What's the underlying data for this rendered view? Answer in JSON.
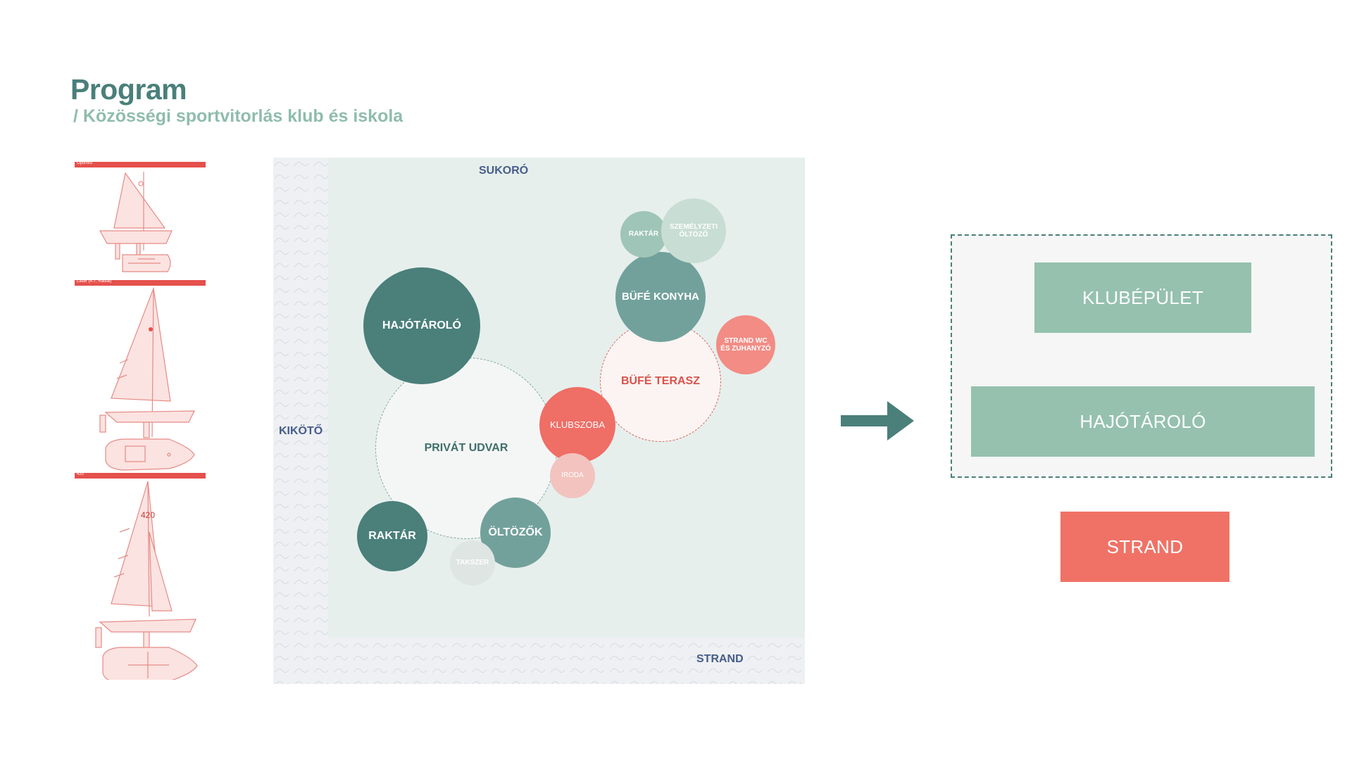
{
  "header": {
    "title": "Program",
    "subtitle": "/ Közösségi sportvitorlás klub és iskola"
  },
  "boat_sheet": {
    "labels": [
      "Optimist",
      "Laser (4.7, Radial)",
      "420"
    ]
  },
  "diagram": {
    "zones": {
      "north": "SUKORÓ",
      "west": "KIKÖTŐ",
      "south": "STRAND"
    },
    "areas": {
      "private_yard": "PRIVÁT UDVAR",
      "buffet_terrace": "BÜFÉ TERASZ"
    },
    "bubbles": {
      "boat_storage": "HAJÓTÁROLÓ",
      "storage_main": "RAKTÁR",
      "changing_rooms": "ÖLTÖZŐK",
      "equipment": "TAKSZER",
      "club_room": "KLUBSZOBA",
      "office": "IRODA",
      "buffet_kitchen": "BÜFÉ KONYHA",
      "storage_small": "RAKTÁR",
      "staff_changing_line1": "SZEMÉLYZETI",
      "staff_changing_line2": "ÖLTÖZŐ",
      "beach_wc_line1": "STRAND WC",
      "beach_wc_line2": "ÉS ZUHANYZÓ"
    }
  },
  "legend": {
    "club_building": "KLUBÉPÜLET",
    "boat_storage": "HAJÓTÁROLÓ",
    "beach": "STRAND"
  },
  "colors": {
    "dark_teal": "#4a7f7a",
    "mid_teal": "#72a19c",
    "light_teal": "#9fc5b8",
    "pale_teal": "#c8ddd4",
    "coral": "#ef6e66",
    "light_coral": "#f28c85",
    "pale_coral": "#f2c3bf",
    "sage_block": "#95c1ae",
    "coral_block": "#f07266",
    "zone_text": "#475d8a"
  }
}
